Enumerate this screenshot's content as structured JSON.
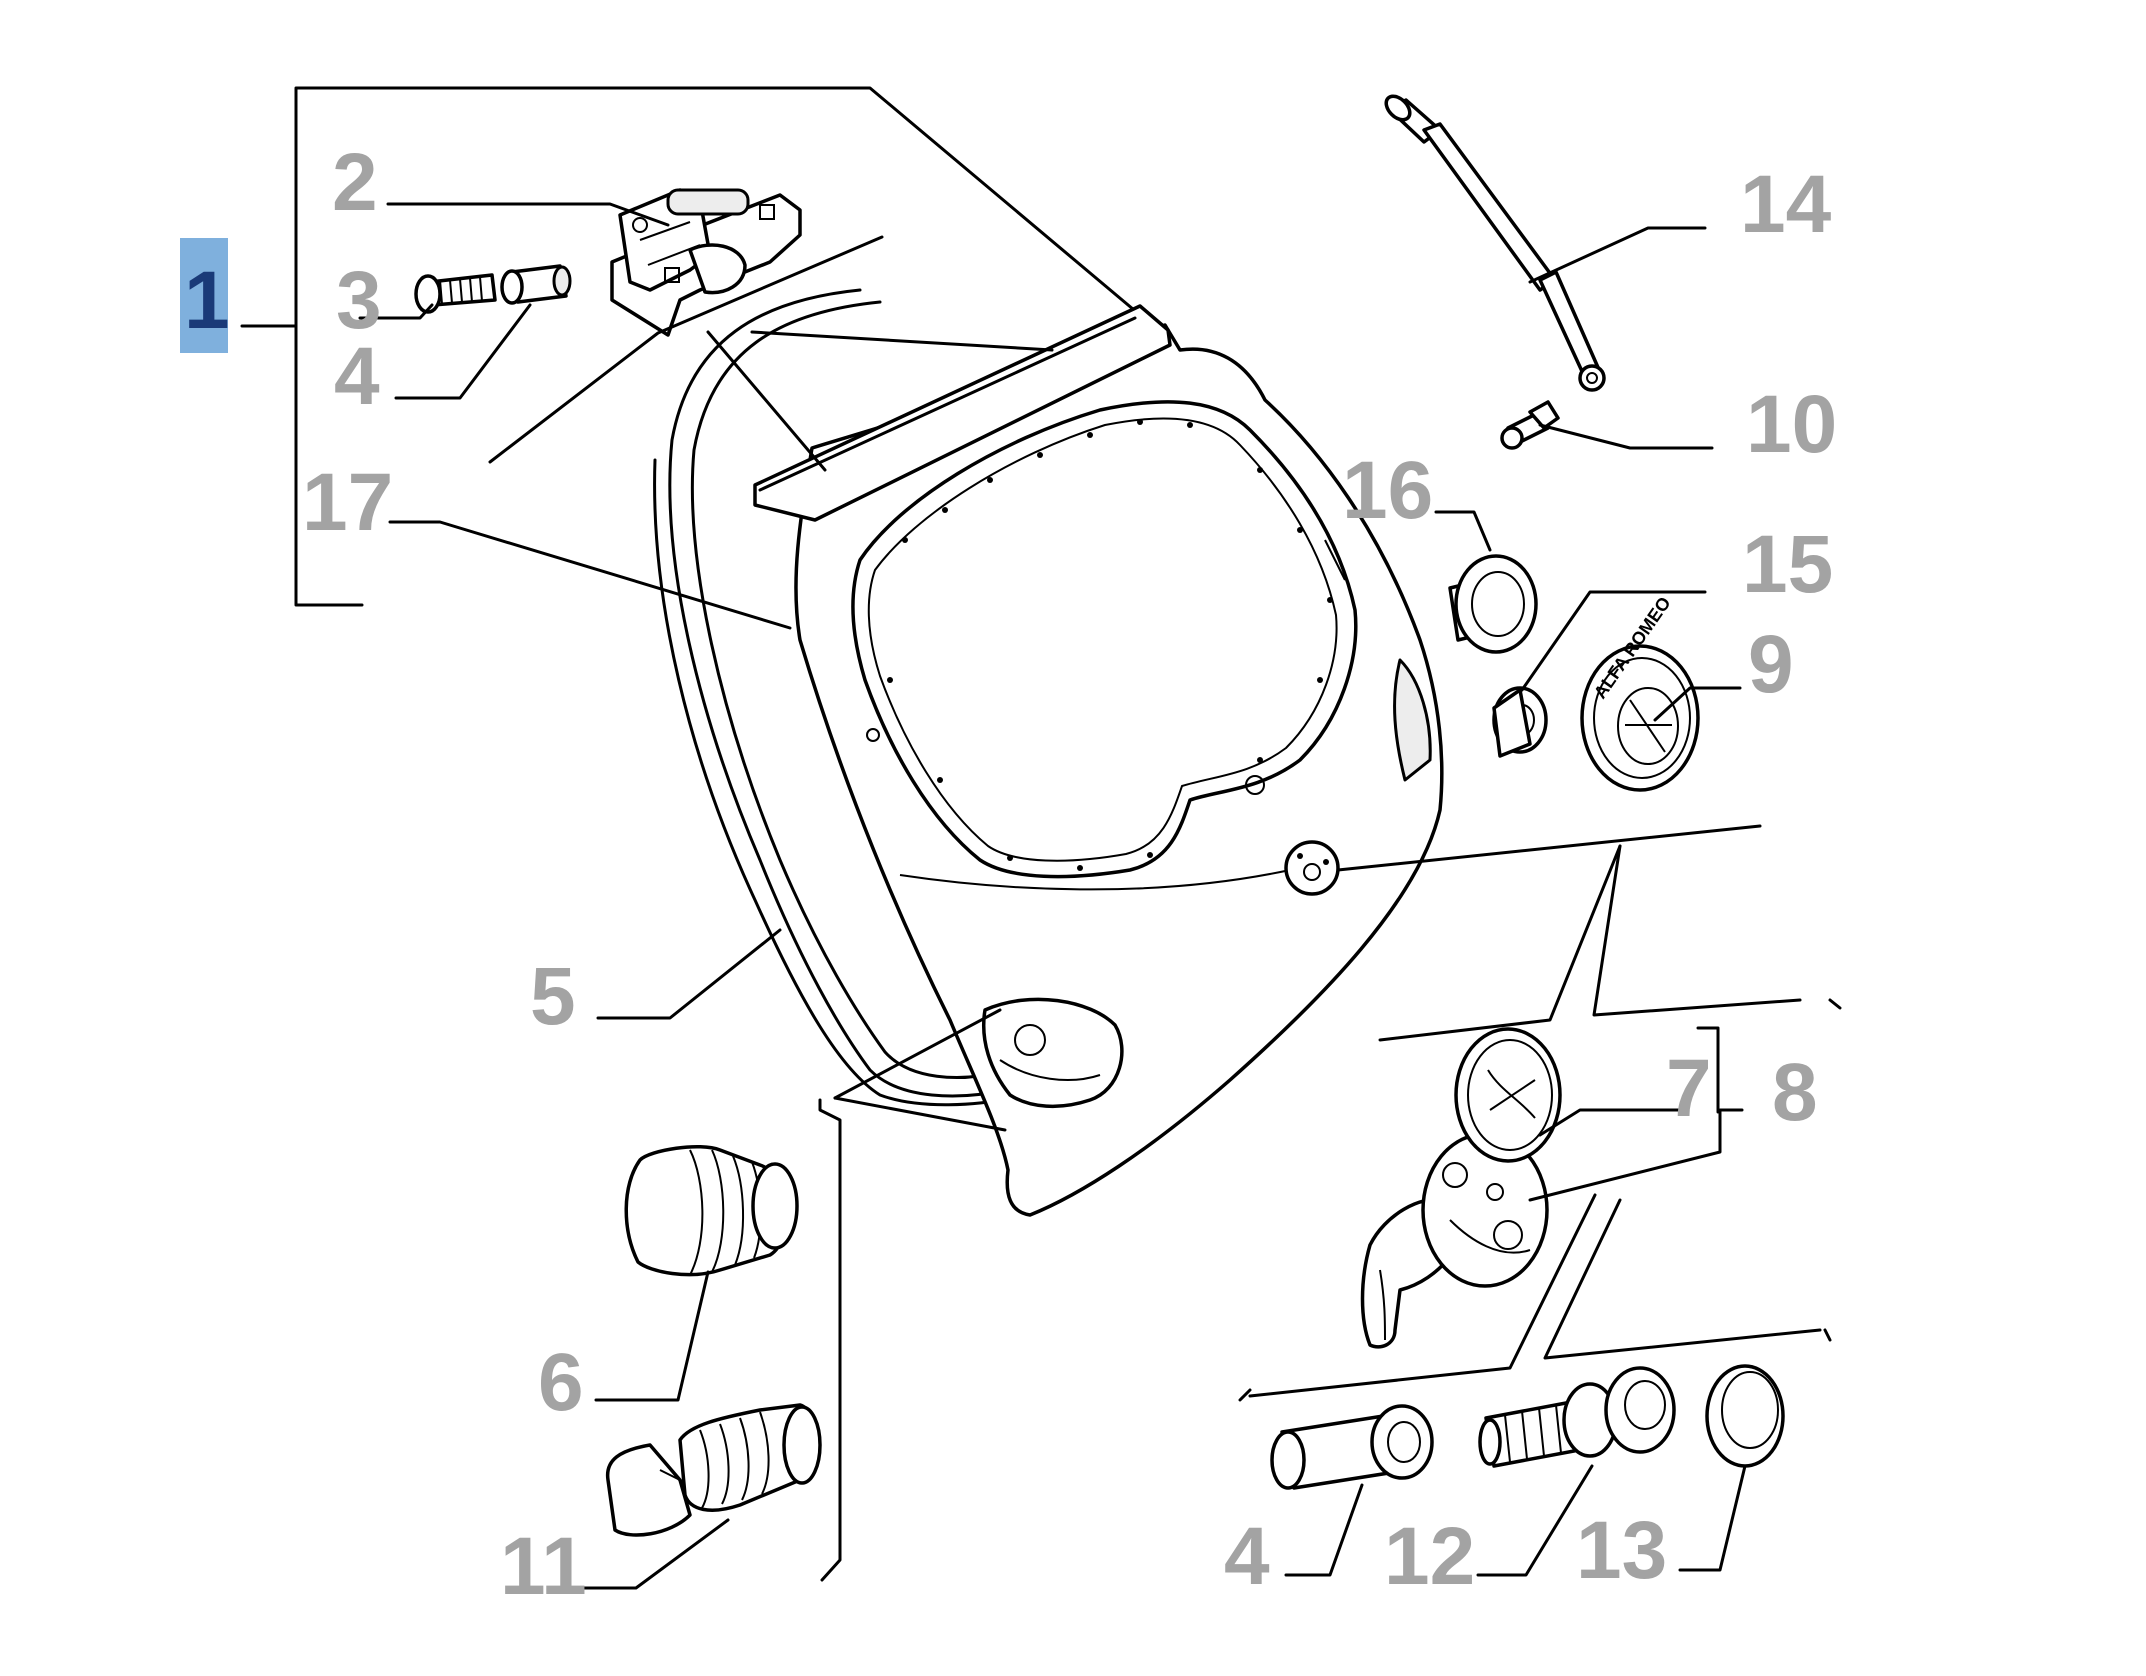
{
  "diagram": {
    "colors": {
      "callout_text": "#a3a3a3",
      "highlight_box": "#7fb0dd",
      "highlight_text": "#1a3a78",
      "line": "#000000"
    },
    "callouts": {
      "c1": "1",
      "c2": "2",
      "c3": "3",
      "c4a": "4",
      "c17": "17",
      "c14": "14",
      "c10": "10",
      "c16": "16",
      "c15": "15",
      "c9": "9",
      "c5": "5",
      "c7": "7",
      "c8": "8",
      "c6": "6",
      "c11": "11",
      "c4b": "4",
      "c12": "12",
      "c13": "13"
    },
    "emblem_text": "ALFA ROMEO"
  }
}
